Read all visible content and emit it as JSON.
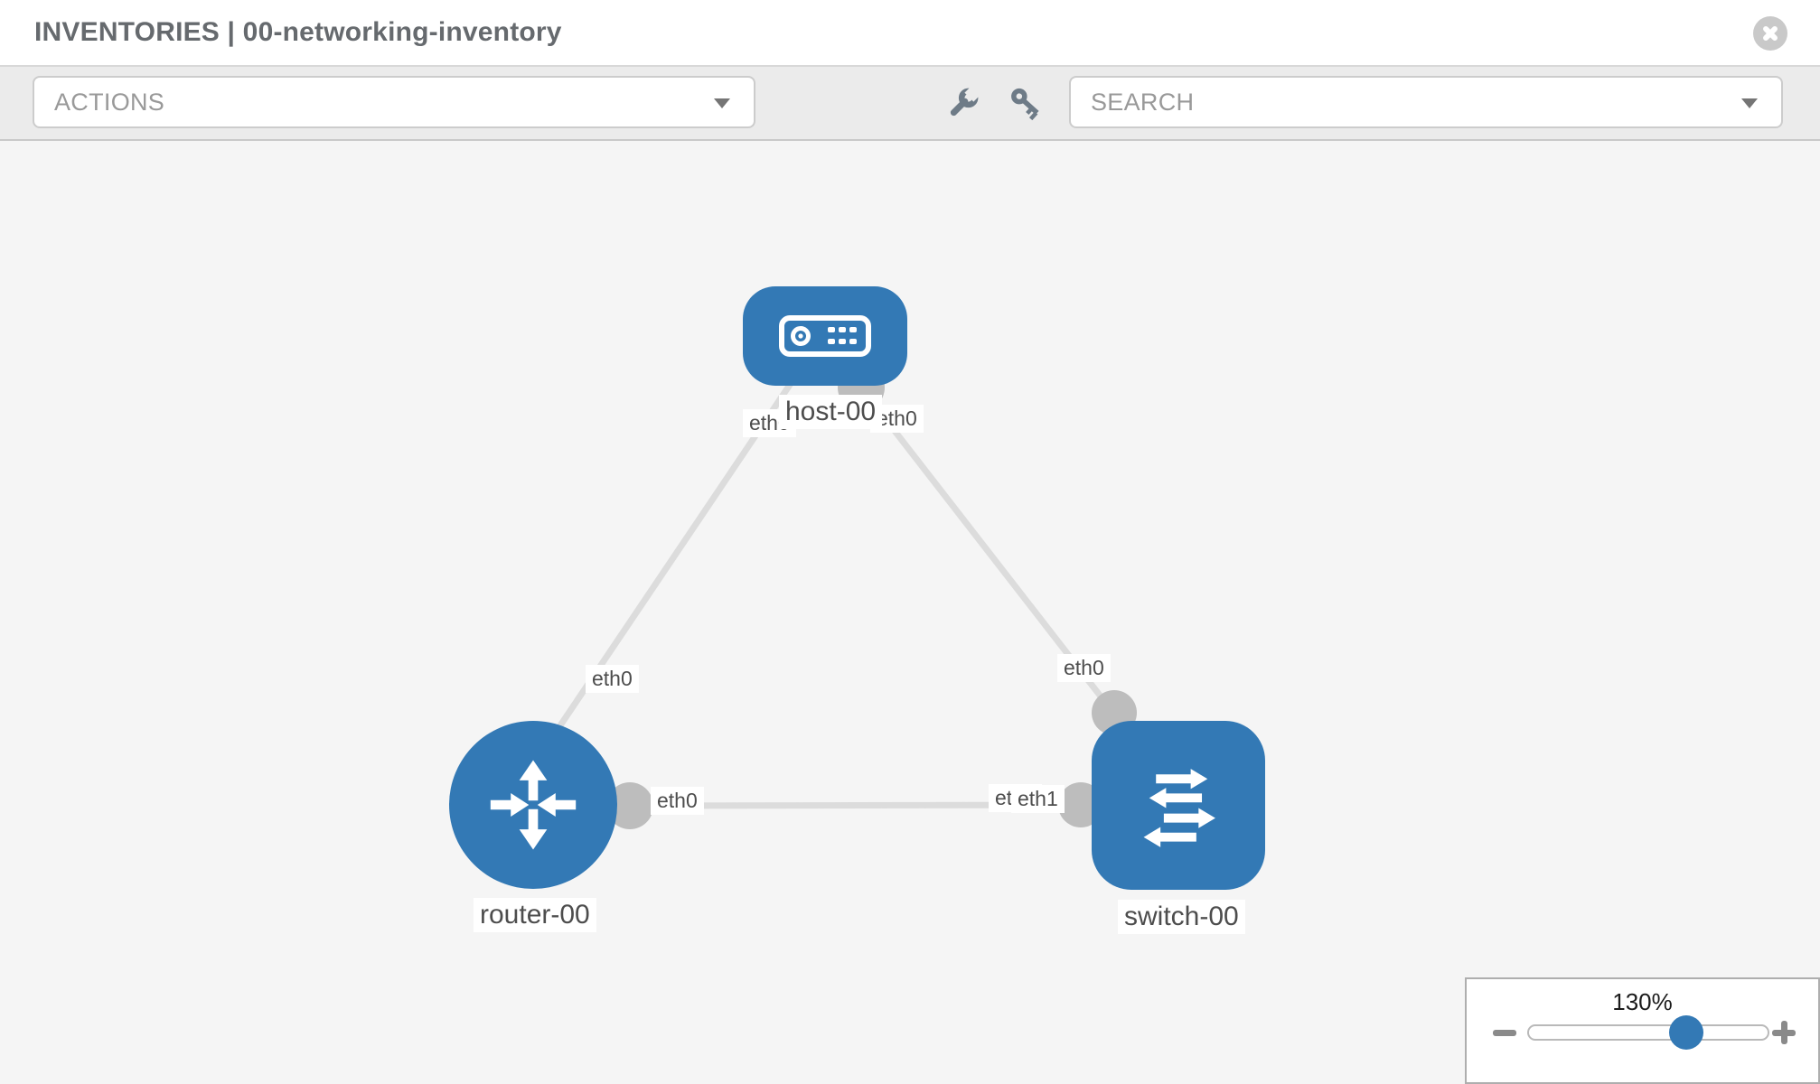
{
  "header": {
    "title": "INVENTORIES | 00-networking-inventory"
  },
  "toolbar": {
    "actions_placeholder": "ACTIONS",
    "search_placeholder": "SEARCH"
  },
  "topology": {
    "nodes": [
      {
        "id": "host-00",
        "label": "host-00",
        "type": "host"
      },
      {
        "id": "router-00",
        "label": "router-00",
        "type": "router"
      },
      {
        "id": "switch-00",
        "label": "switch-00",
        "type": "switch"
      }
    ],
    "interface_labels": {
      "host_left": "eth0",
      "host_right": "eth0",
      "router_top": "eth0",
      "switch_top": "eth0",
      "router_right": "eth0",
      "mid_back": "eth0",
      "mid_front": "eth1"
    },
    "links": [
      {
        "from": "host-00",
        "from_if": "eth0",
        "to": "router-00",
        "to_if": "eth0"
      },
      {
        "from": "host-00",
        "from_if": "eth0",
        "to": "switch-00",
        "to_if": "eth0"
      },
      {
        "from": "router-00",
        "from_if": "eth0",
        "to": "switch-00",
        "to_if": "eth1"
      }
    ]
  },
  "zoom_control": {
    "level": "130%"
  },
  "colors": {
    "node_blue": "#3379b5",
    "link_gray": "#dcdcdc",
    "interface_gray": "#bdbdbd",
    "toolbar_gray": "#ebebeb"
  }
}
